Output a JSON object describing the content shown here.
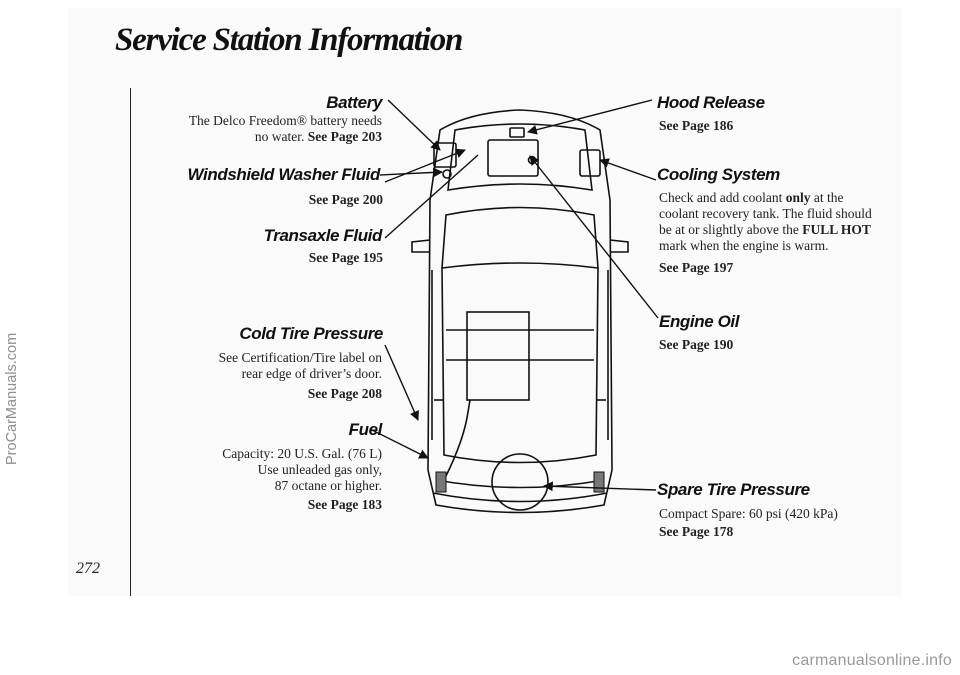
{
  "page": {
    "title": "Service Station Information",
    "page_number": "272",
    "watermark": "ProCarManuals.com",
    "footer": "carmanualsonline.info"
  },
  "labels": {
    "battery": {
      "heading": "Battery",
      "text_1": "The Delco Freedom® battery needs",
      "text_2": "no water.",
      "see": "See Page 203"
    },
    "washer": {
      "heading": "Windshield Washer Fluid",
      "see": "See Page 200"
    },
    "transaxle": {
      "heading": "Transaxle Fluid",
      "see": "See Page 195"
    },
    "tire": {
      "heading": "Cold Tire Pressure",
      "text_1": "See Certification/Tire label on",
      "text_2": "rear edge of driver’s door.",
      "see": "See Page 208"
    },
    "fuel": {
      "heading": "Fuel",
      "text_1": "Capacity: 20 U.S. Gal. (76 L)",
      "text_2": "Use unleaded gas only,",
      "text_3": "87 octane or higher.",
      "see": "See Page 183"
    },
    "hood": {
      "heading": "Hood Release",
      "see": "See Page 186"
    },
    "cooling": {
      "heading": "Cooling System",
      "text_a": "Check and add coolant ",
      "text_b": "only",
      "text_c": " at the",
      "text_2": "coolant recovery tank. The fluid should",
      "text_3a": "be at or slightly above the ",
      "text_3b": "FULL HOT",
      "text_4": "mark when the engine is warm.",
      "see": "See Page 197"
    },
    "oil": {
      "heading": "Engine Oil",
      "see": "See Page 190"
    },
    "spare": {
      "heading": "Spare Tire Pressure",
      "text_1": "Compact Spare: 60 psi (420 kPa)",
      "see": "See Page 178"
    }
  }
}
